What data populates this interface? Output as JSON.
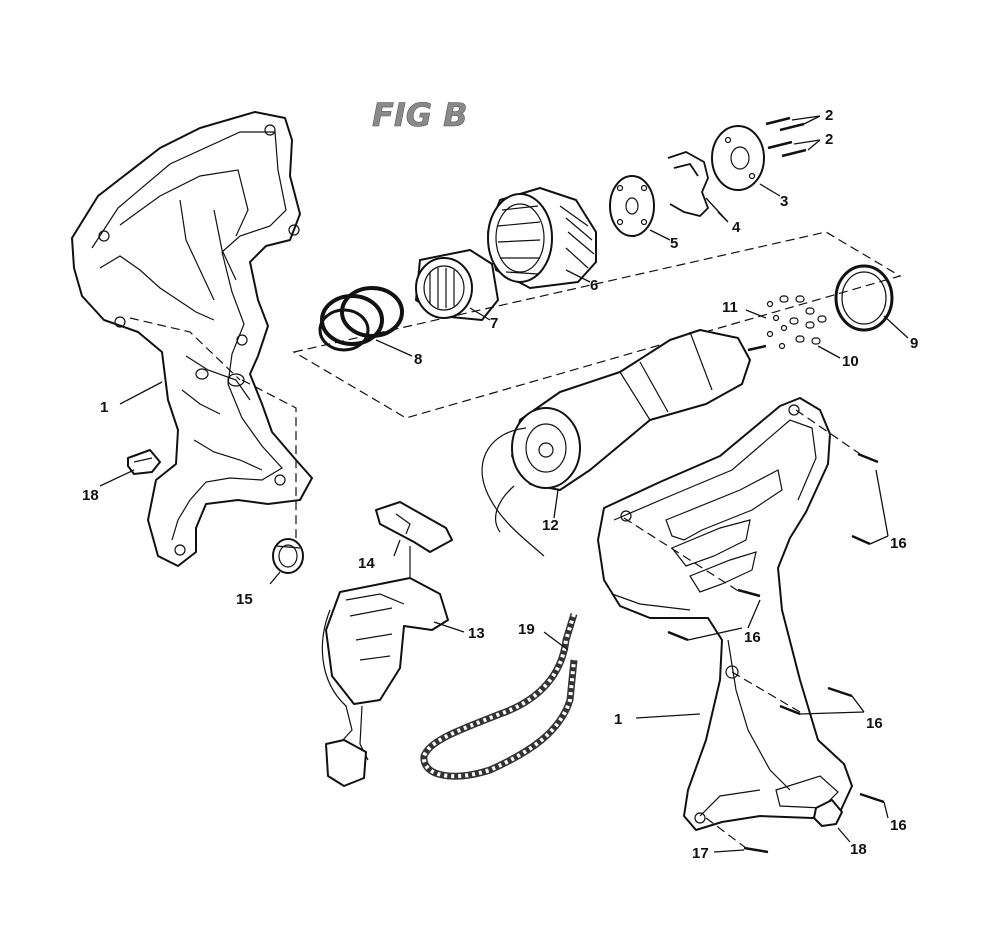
{
  "figure": {
    "title": "FIG B"
  },
  "callouts": {
    "c1a": "1",
    "c1b": "1",
    "c2a": "2",
    "c2b": "2",
    "c3": "3",
    "c4": "4",
    "c5": "5",
    "c6": "6",
    "c7": "7",
    "c8": "8",
    "c9": "9",
    "c10": "10",
    "c11": "11",
    "c12": "12",
    "c13": "13",
    "c14": "14",
    "c15": "15",
    "c16a": "16",
    "c16b": "16",
    "c16c": "16",
    "c16d": "16",
    "c17": "17",
    "c18a": "18",
    "c18b": "18",
    "c19": "19"
  }
}
